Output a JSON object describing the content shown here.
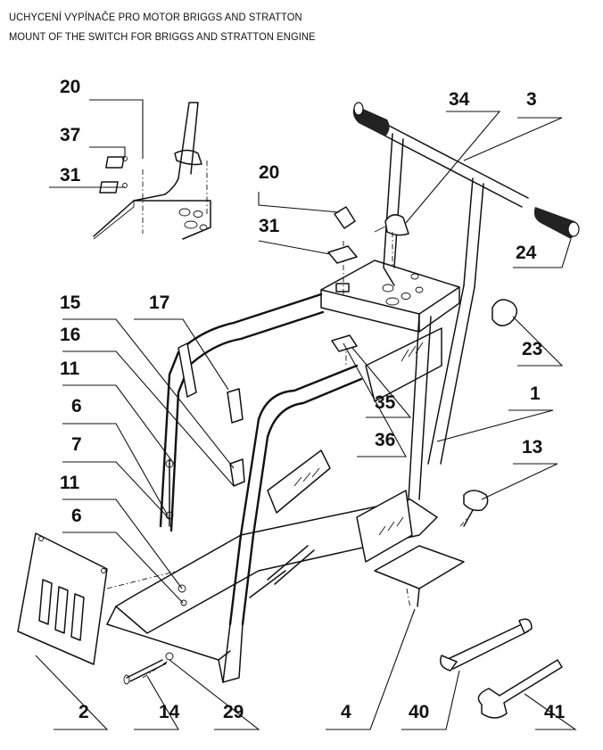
{
  "header": {
    "line1": "UCHYCENÍ VYPÍNAČE PRO MOTOR BRIGGS AND STRATTON",
    "line2": "MOUNT OF THE SWITCH FOR BRIGGS AND STRATTON ENGINE"
  },
  "part_numbers": {
    "p20a": "20",
    "p37": "37",
    "p31a": "31",
    "p20b": "20",
    "p31b": "31",
    "p34": "34",
    "p3": "3",
    "p24": "24",
    "p15": "15",
    "p17": "17",
    "p16": "16",
    "p11a": "11",
    "p6a": "6",
    "p7": "7",
    "p11b": "11",
    "p6b": "6",
    "p23": "23",
    "p35": "35",
    "p36": "36",
    "p1": "1",
    "p13": "13",
    "p2": "2",
    "p14": "14",
    "p29": "29",
    "p4": "4",
    "p40": "40",
    "p41": "41"
  }
}
